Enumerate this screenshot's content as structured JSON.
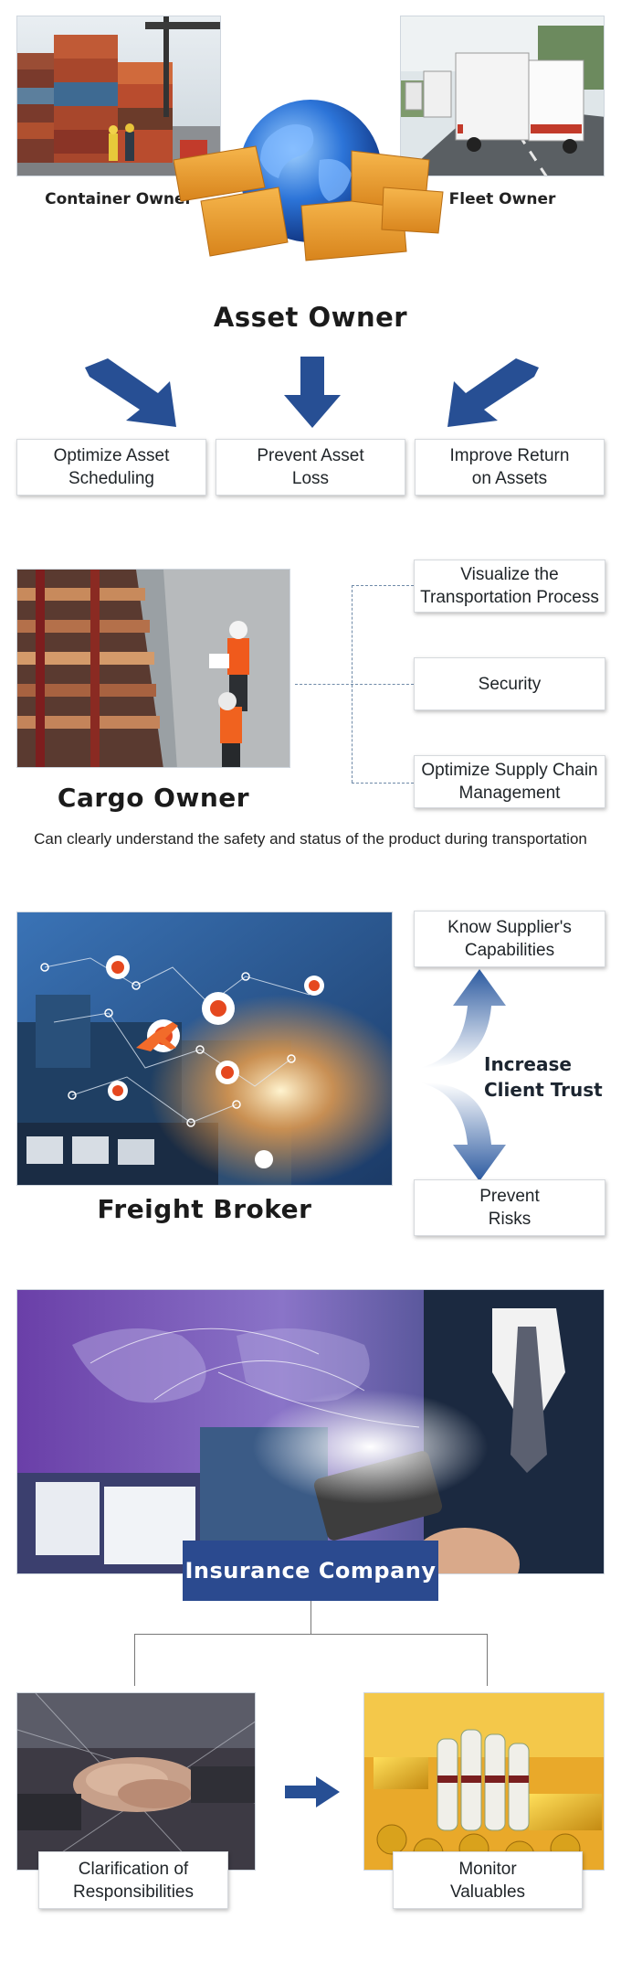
{
  "colors": {
    "arrow_blue": "#274f94",
    "banner_blue": "#2b4a8f",
    "dash_line": "#6f8aa8"
  },
  "asset_owner": {
    "container_owner": "Container Owner",
    "fleet_owner": "Fleet Owner",
    "title": "Asset Owner",
    "benefits": [
      "Optimize Asset\nScheduling",
      "Prevent Asset\nLoss",
      "Improve Return\non Assets"
    ]
  },
  "cargo_owner": {
    "title": "Cargo Owner",
    "benefits": [
      "Visualize the\nTransportation Process",
      "Security",
      "Optimize Supply Chain\nManagement"
    ],
    "description": "Can clearly understand the safety and status of the product during transportation"
  },
  "freight_broker": {
    "title": "Freight Broker",
    "top_box": "Know Supplier's\nCapabilities",
    "center_text": "Increase\nClient Trust",
    "bottom_box": "Prevent\nRisks"
  },
  "insurance": {
    "title": "Insurance Company",
    "left_box": "Clarification of\nResponsibilities",
    "right_box": "Monitor\nValuables"
  }
}
